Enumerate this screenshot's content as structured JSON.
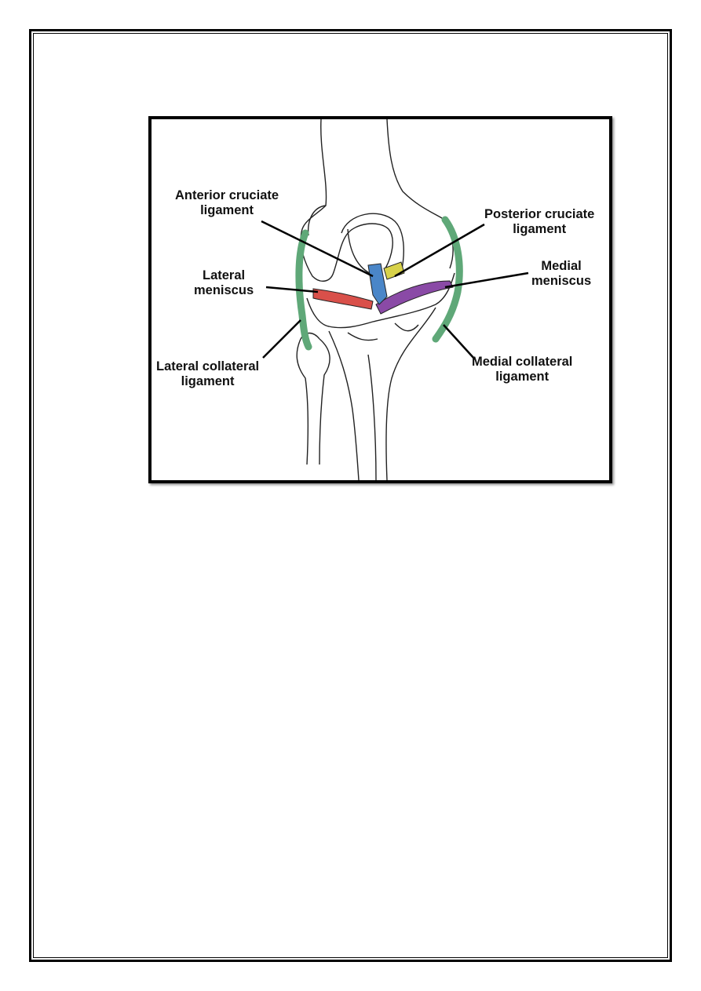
{
  "diagram": {
    "colors": {
      "lateral_collateral_ligament": "#5fa878",
      "medial_collateral_ligament": "#5fa878",
      "lateral_meniscus": "#d9504a",
      "medial_meniscus": "#8a4aa6",
      "anterior_cruciate_ligament": "#4a86c8",
      "posterior_cruciate_ligament": "#d8d24a",
      "bone_outline": "#222222"
    },
    "labels": {
      "anterior_cruciate": {
        "line1": "Anterior cruciate",
        "line2": "ligament"
      },
      "posterior_cruciate": {
        "line1": "Posterior cruciate",
        "line2": "ligament"
      },
      "lateral_meniscus": {
        "line1": "Lateral",
        "line2": "meniscus"
      },
      "medial_meniscus": {
        "line1": "Medial",
        "line2": "meniscus"
      },
      "lateral_collateral": {
        "line1": "Lateral collateral",
        "line2": "ligament"
      },
      "medial_collateral": {
        "line1": "Medial collateral",
        "line2": "ligament"
      }
    }
  }
}
